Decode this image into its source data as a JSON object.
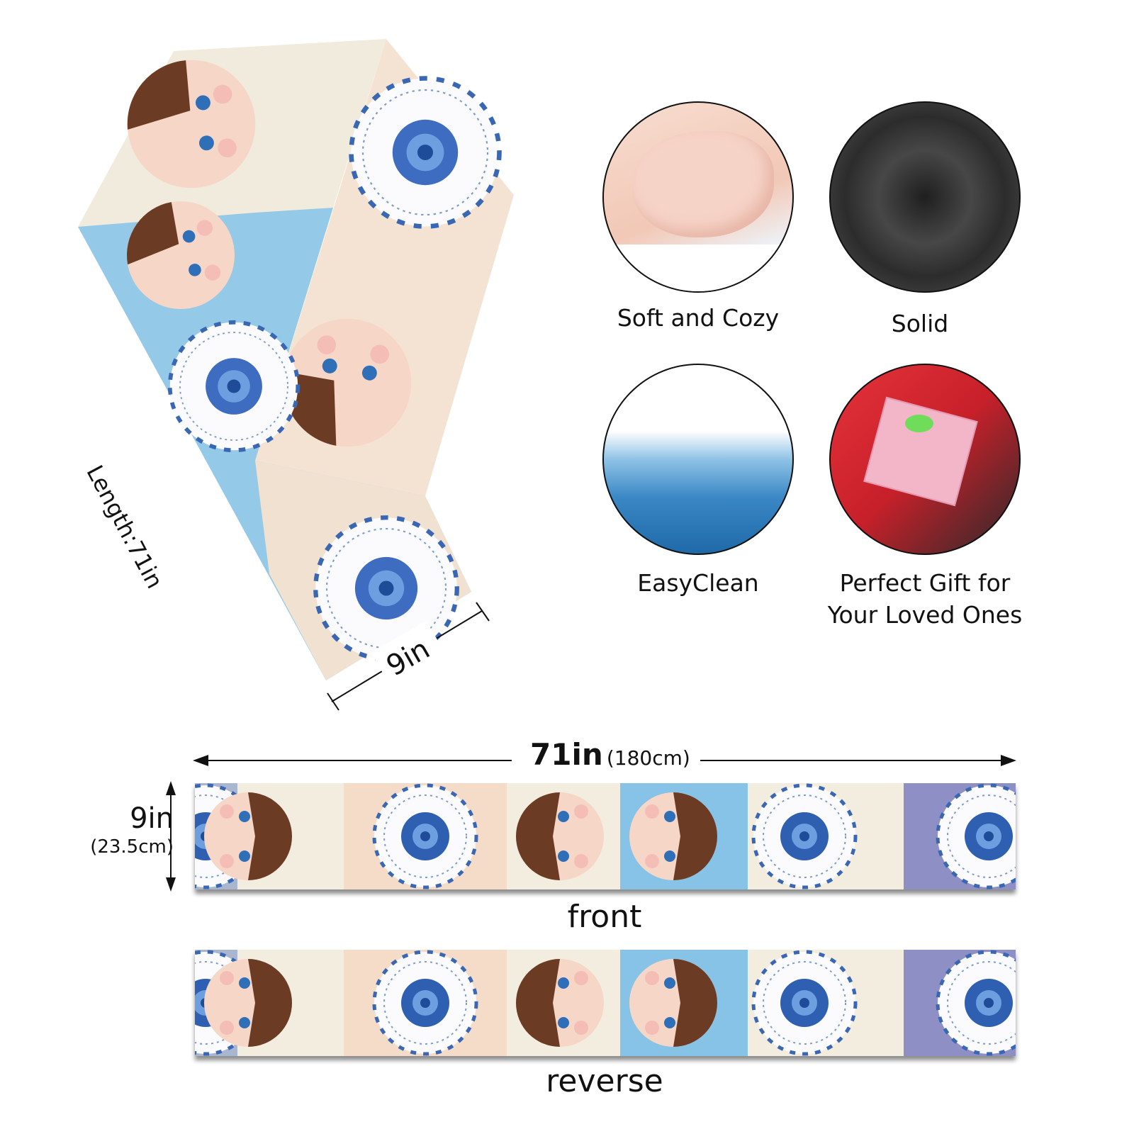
{
  "scarf": {
    "length_label": "Length:71in",
    "width_label": "9in"
  },
  "features": [
    {
      "label": "Soft and Cozy",
      "icon": "hands-on-fabric-photo"
    },
    {
      "label": "Solid",
      "icon": "black-fabric-swirl-photo"
    },
    {
      "label": "EasyClean",
      "icon": "water-splash-photo"
    },
    {
      "label_line1": "Perfect Gift for",
      "label_line2": "Your Loved Ones",
      "icon": "gift-box-photo"
    }
  ],
  "dimensions": {
    "length_in": "71in",
    "length_cm": "(180cm)",
    "width_in": "9in",
    "width_cm": "(23.5cm)"
  },
  "strips": {
    "front_label": "front",
    "reverse_label": "reverse"
  },
  "colors": {
    "cream": "#f3ede0",
    "peach": "#f5dcc8",
    "sky": "#86c3e6",
    "lavender": "#8e8fc4",
    "greyblue": "#a9b6cf",
    "floral_blue": "#2f5fb0"
  }
}
